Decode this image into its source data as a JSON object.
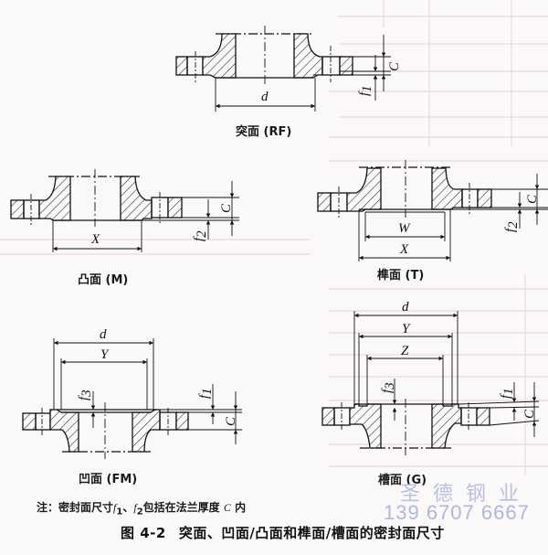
{
  "figure": {
    "number": "图 4-2",
    "title": "突面、凹面/凸面和榫面/槽面的密封面尺寸",
    "note_prefix": "注：密封面尺寸",
    "note_f1": "f",
    "note_sub1": "1",
    "note_sep": "、",
    "note_f2": "f",
    "note_sub2": "2",
    "note_mid": "包括在法兰厚度",
    "note_c": "C",
    "note_suffix": "内"
  },
  "diagrams": {
    "rf": {
      "label": "突面 (RF)",
      "dims": {
        "d": "d",
        "c": "C",
        "f": "f",
        "f_sub": "1"
      }
    },
    "m": {
      "label": "凸面 (M)",
      "dims": {
        "x": "X",
        "c": "C",
        "f": "f",
        "f_sub": "2"
      }
    },
    "t": {
      "label": "榫面 (T)",
      "dims": {
        "w": "W",
        "x": "X",
        "c": "C",
        "f": "f",
        "f_sub": "2"
      }
    },
    "fm": {
      "label": "凹面 (FM)",
      "dims": {
        "d": "d",
        "y": "Y",
        "f3": "f",
        "f3_sub": "3",
        "f1": "f",
        "f1_sub": "1",
        "c": "C"
      }
    },
    "g": {
      "label": "槽面 (G)",
      "dims": {
        "d": "d",
        "y": "Y",
        "z": "Z",
        "f3": "f",
        "f3_sub": "3",
        "f1": "f",
        "f1_sub": "1",
        "c": "C"
      }
    }
  },
  "watermark": {
    "line1": "圣德钢业",
    "line2": "139 6707 6667"
  },
  "colors": {
    "ink": "#111111",
    "paper": "#fbf8f8",
    "watermark": "#b3bbe5",
    "bleed": "#e6d6d9"
  }
}
